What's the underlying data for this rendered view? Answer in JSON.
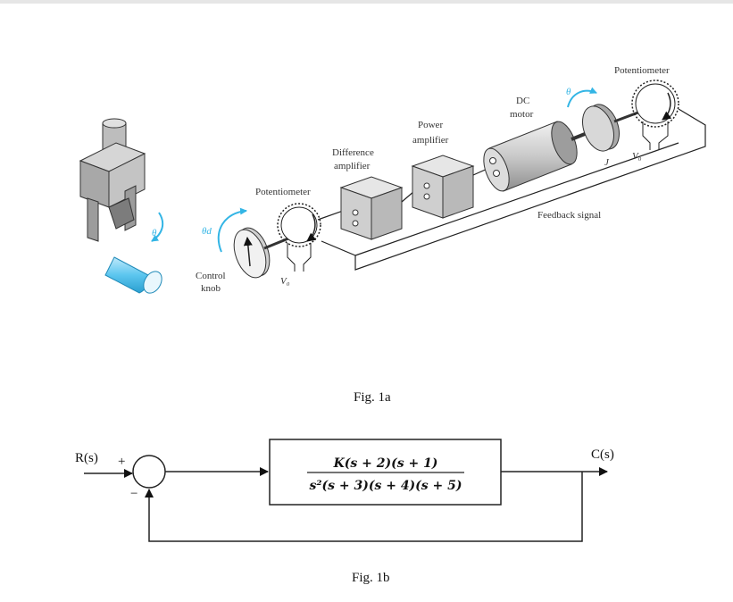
{
  "fig1a": {
    "labels": {
      "potentiometer_left": "Potentiometer",
      "potentiometer_right": "Potentiometer",
      "difference_amplifier_1": "Difference",
      "difference_amplifier_2": "amplifier",
      "power_amplifier_1": "Power",
      "power_amplifier_2": "amplifier",
      "dc_motor_1": "DC",
      "dc_motor_2": "motor",
      "feedback_signal": "Feedback signal",
      "control_knob_1": "Control",
      "control_knob_2": "knob",
      "inertia": "J",
      "voltage_left": "V₀",
      "voltage_right": "V₀",
      "theta_d": "θd",
      "theta_motor": "θ",
      "theta_gripper": "θ"
    },
    "caption": "Fig. 1a"
  },
  "fig1b": {
    "input": "R(s)",
    "output": "C(s)",
    "plus_sign": "+",
    "minus_sign": "−",
    "tf_numerator": "K(s + 2)(s + 1)",
    "tf_denominator": "s²(s + 3)(s + 4)(s + 5)",
    "caption": "Fig. 1b"
  },
  "colors": {
    "accent": "#33b5e5",
    "line": "#222222",
    "device_gray": "#9a9a9a"
  }
}
